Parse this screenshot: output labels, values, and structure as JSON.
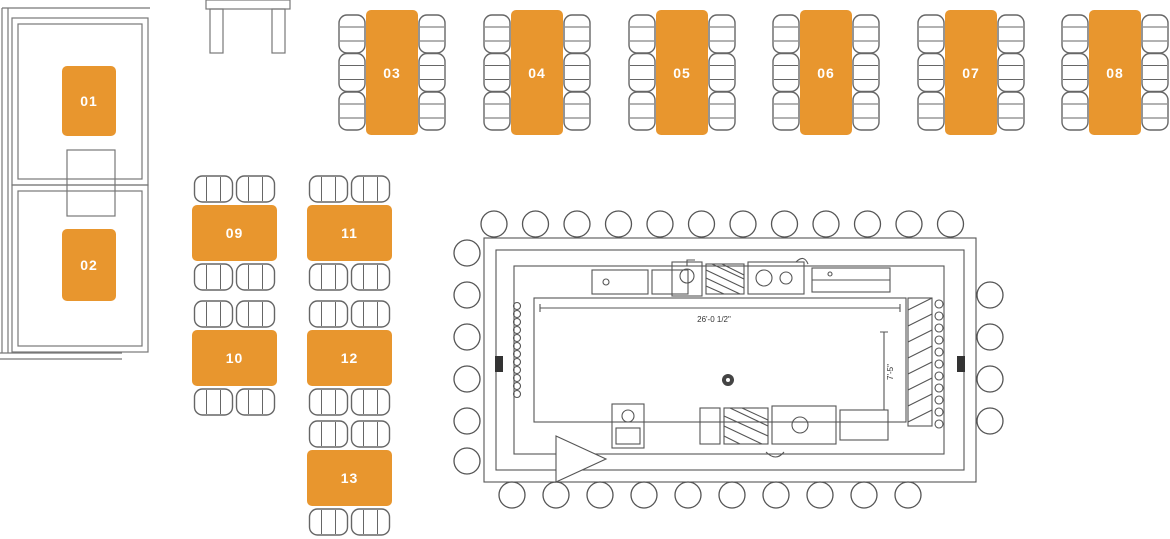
{
  "colors": {
    "accent": "#E8962E",
    "label_text": "#FFFFFF",
    "line": "#555555"
  },
  "tables": {
    "booth": [
      {
        "label": "01"
      },
      {
        "label": "02"
      }
    ],
    "long": [
      {
        "label": "03"
      },
      {
        "label": "04"
      },
      {
        "label": "05"
      },
      {
        "label": "06"
      },
      {
        "label": "07"
      },
      {
        "label": "08"
      }
    ],
    "square": [
      {
        "label": "09"
      },
      {
        "label": "11"
      },
      {
        "label": "10"
      },
      {
        "label": "12"
      },
      {
        "label": "13"
      }
    ]
  },
  "kitchen": {
    "width_dimension": "26'-0 1/2\"",
    "depth_dimension": "7'-5\""
  }
}
